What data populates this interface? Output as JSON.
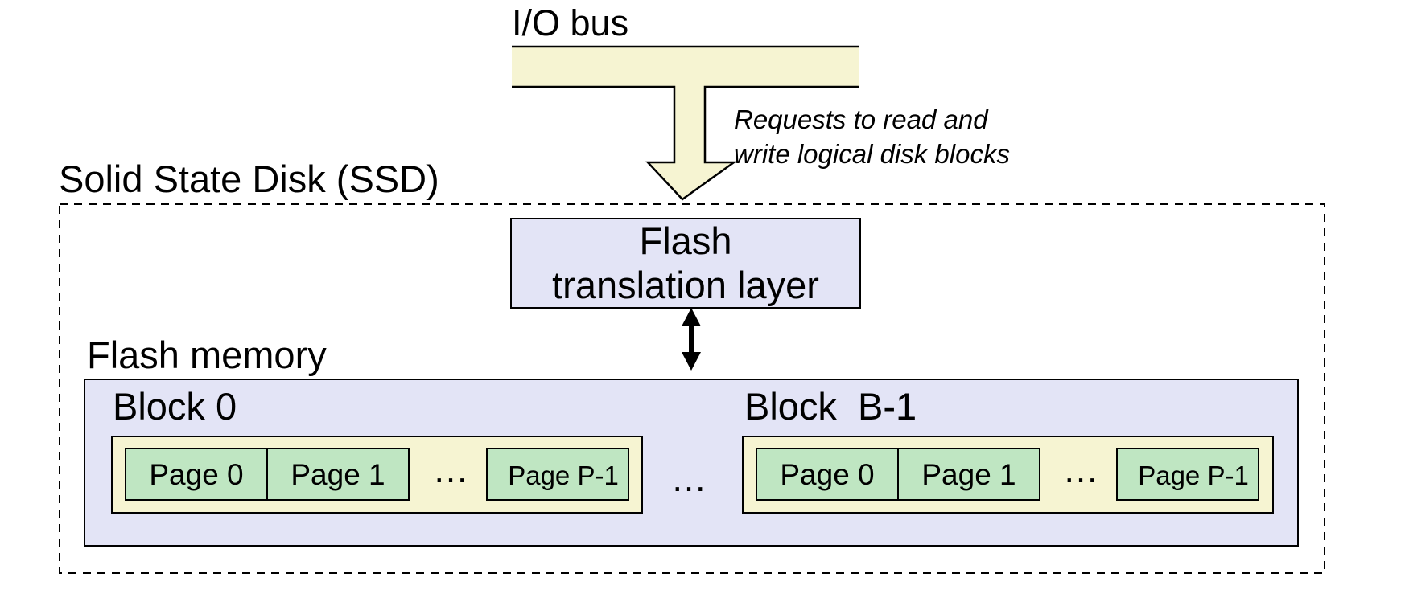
{
  "bus": {
    "label": "I/O bus"
  },
  "requests": {
    "line1": "Requests to read and",
    "line2": "write logical disk blocks"
  },
  "ssd": {
    "label": "Solid State Disk (SSD)"
  },
  "ftl": {
    "line1": "Flash",
    "line2": "translation layer"
  },
  "flash": {
    "label": "Flash memory"
  },
  "blocks": [
    {
      "label": "Block 0",
      "pages": [
        "Page 0",
        "Page 1",
        "Page P-1"
      ],
      "ellipsis": "…"
    },
    {
      "label": "Block  B-1",
      "pages": [
        "Page 0",
        "Page 1",
        "Page P-1"
      ],
      "ellipsis": "…"
    }
  ],
  "between_blocks": "…",
  "colors": {
    "bus_fill": "#f6f4d2",
    "ftl_fill": "#e3e4f6",
    "flash_fill": "#e3e4f6",
    "block_fill": "#f6f4d2",
    "page_fill": "#bfe6c2",
    "stroke": "#000000"
  }
}
